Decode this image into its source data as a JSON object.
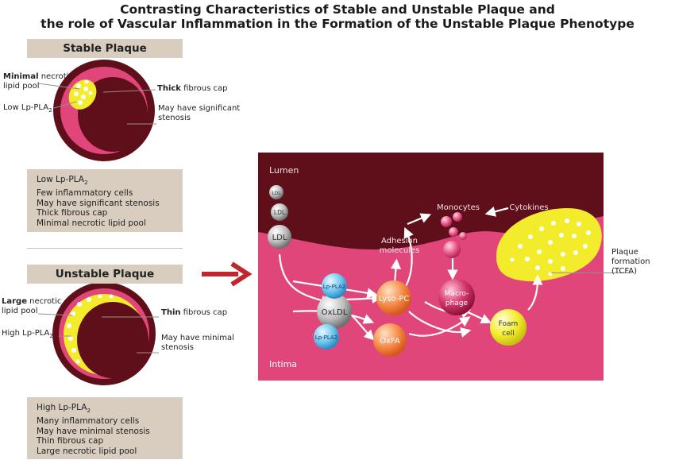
{
  "title": {
    "line1": "Contrasting Characteristics of Stable and Unstable Plaque and",
    "line2": "the role of Vascular Inflammation in the Formation of the Unstable Plaque Phenotype"
  },
  "stable": {
    "header": "Stable Plaque",
    "labels": {
      "pool_bold": "Minimal",
      "pool_rest": " necrotic",
      "pool_line2": "lipid pool",
      "lp_pla2": "Low Lp-PLA",
      "lp_sub": "2",
      "cap_bold": "Thick",
      "cap_rest": " fibrous cap",
      "stenosis_line1": "May have significant",
      "stenosis_line2": "stenosis"
    },
    "box": {
      "line1": "Low Lp-PLA",
      "line1_sub": "2",
      "line2": "Few inflammatory cells",
      "line3": "May have significant stenosis",
      "line4": "Thick fibrous cap",
      "line5": "Minimal necrotic lipid pool"
    }
  },
  "unstable": {
    "header": "Unstable Plaque",
    "labels": {
      "pool_bold": "Large",
      "pool_rest": " necrotic",
      "pool_line2": "lipid pool",
      "lp_pla2": "High Lp-PLA",
      "lp_sub": "2",
      "cap_bold": "Thin",
      "cap_rest": " fibrous cap",
      "stenosis_line1": "May have minimal",
      "stenosis_line2": "stenosis"
    },
    "box": {
      "line1": "High Lp-PLA",
      "line1_sub": "2",
      "line2": "Many inflammatory cells",
      "line3": "May have minimal stenosis",
      "line4": "Thin fibrous cap",
      "line5": "Large necrotic lipid pool"
    }
  },
  "diagram": {
    "lumen": "Lumen",
    "intima": "Intima",
    "ldl": "LDL",
    "lppla2": "Lp-PLA2",
    "oxldl": "OxLDL",
    "lysopc": "Lyso-PC",
    "oxfa": "OxFA",
    "macro_line1": "Macro-",
    "macro_line2": "phage",
    "foam_line1": "Foam",
    "foam_line2": "cell",
    "adhesion_line1": "Adhesion",
    "adhesion_line2": "molecules",
    "monocytes": "Monocytes",
    "cytokines": "Cytokines",
    "plaque_line1": "Plaque",
    "plaque_line2": "formation (TCFA)"
  },
  "colors": {
    "lumen": "#5e0f1a",
    "intima": "#e0467a",
    "lipid": "#f3ec2c",
    "box": "#d8cdbf",
    "arrow": "#c0272d"
  }
}
